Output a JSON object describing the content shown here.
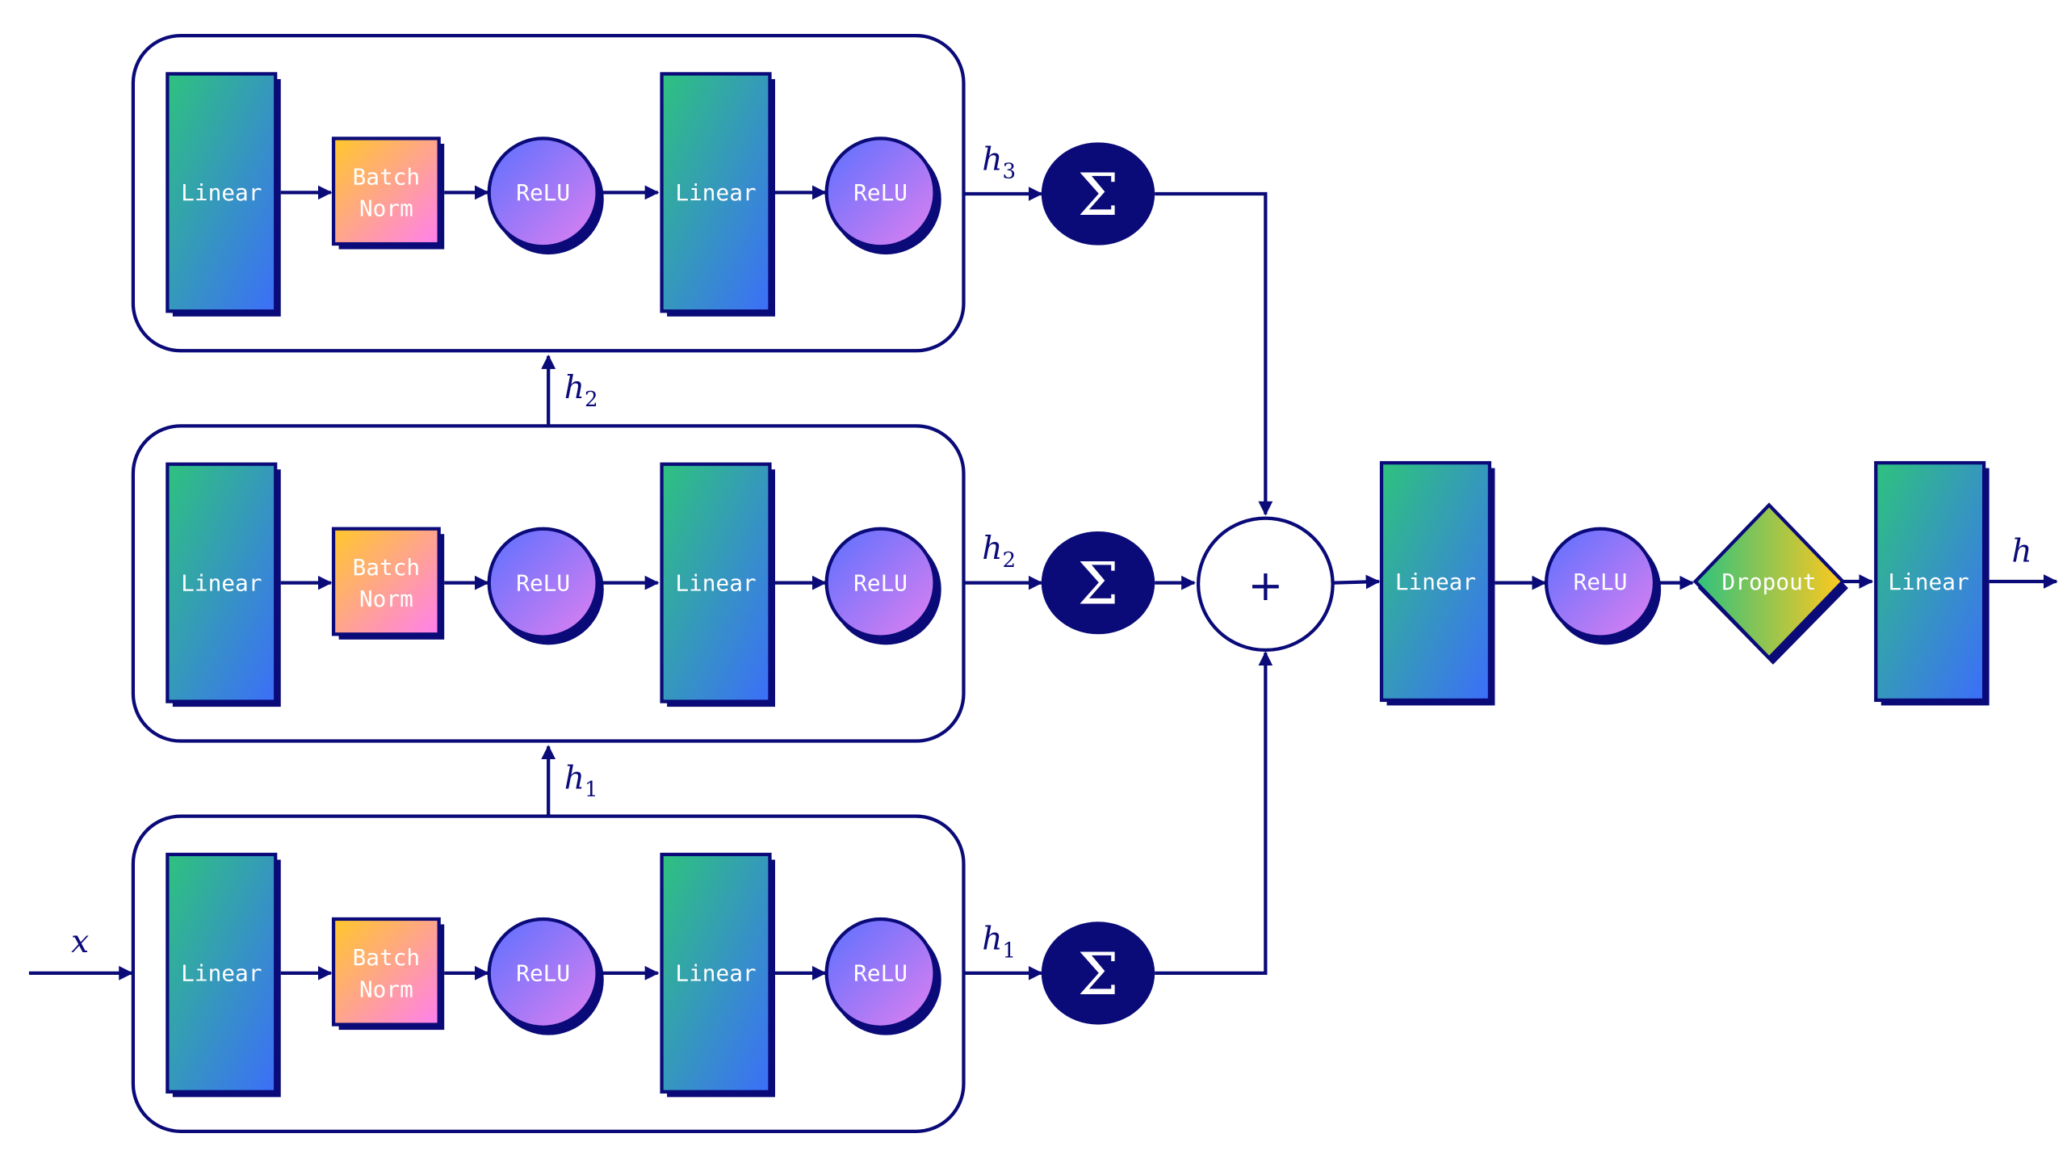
{
  "diagram": {
    "type": "neural-network-architecture",
    "colors": {
      "ink": "#0a0a78",
      "linear_gradient": [
        "#2ec27e",
        "#3c6efa"
      ],
      "batchnorm_gradient": [
        "#ffc82a",
        "#ff80ee"
      ],
      "relu_gradient": [
        "#5a70ff",
        "#e080f0"
      ],
      "dropout_gradient": [
        "#2ec27e",
        "#ffc81e"
      ]
    },
    "input_label": "x",
    "output_label": "h",
    "blocks": [
      {
        "name": "block-3",
        "output_var": "h",
        "output_sub": "3",
        "layers": [
          "Linear",
          "Batch\nNorm",
          "ReLU",
          "Linear",
          "ReLU"
        ],
        "labels": {
          "linear1": "Linear",
          "bn_line1": "Batch",
          "bn_line2": "Norm",
          "relu1": "ReLU",
          "linear2": "Linear",
          "relu2": "ReLU"
        }
      },
      {
        "name": "block-2",
        "output_var": "h",
        "output_sub": "2",
        "labels": {
          "linear1": "Linear",
          "bn_line1": "Batch",
          "bn_line2": "Norm",
          "relu1": "ReLU",
          "linear2": "Linear",
          "relu2": "ReLU"
        }
      },
      {
        "name": "block-1",
        "output_var": "h",
        "output_sub": "1",
        "labels": {
          "linear1": "Linear",
          "bn_line1": "Batch",
          "bn_line2": "Norm",
          "relu1": "ReLU",
          "linear2": "Linear",
          "relu2": "ReLU"
        }
      }
    ],
    "between_labels": [
      {
        "var": "h",
        "sub": "2"
      },
      {
        "var": "h",
        "sub": "1"
      }
    ],
    "sum_symbol": "Σ",
    "plus_symbol": "+",
    "head": {
      "linear1": "Linear",
      "relu": "ReLU",
      "dropout": "Dropout",
      "linear2": "Linear"
    }
  }
}
